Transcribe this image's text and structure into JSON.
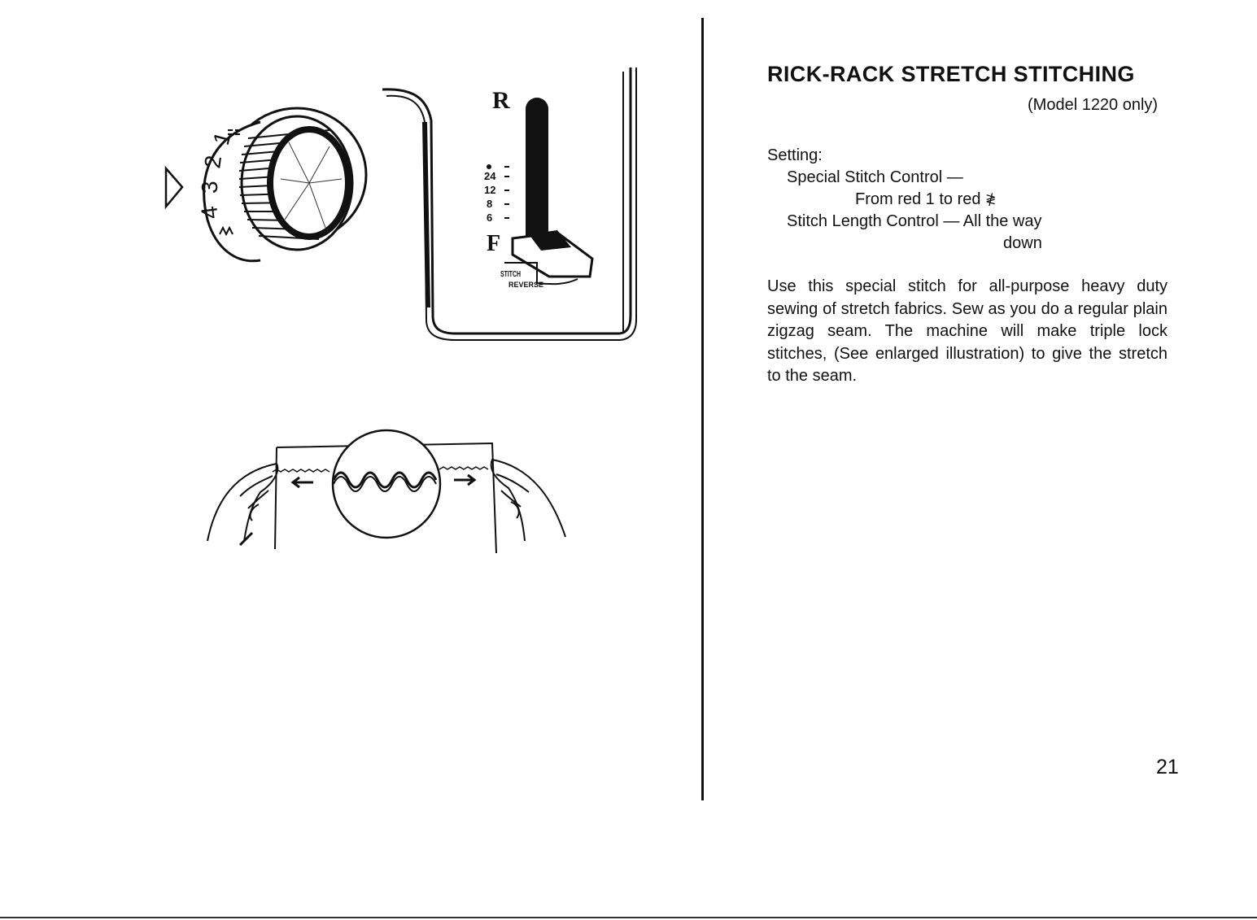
{
  "heading": {
    "title": "RICK-RACK STRETCH STITCHING",
    "subtitle": "(Model 1220 only)"
  },
  "settings": {
    "label": "Setting:",
    "special_stitch": "Special Stitch Control —",
    "special_stitch_value_prefix": "From red 1 to red ",
    "special_stitch_value_symbol": "≹",
    "stitch_length": "Stitch Length Control — All the way",
    "stitch_length_cont": "down"
  },
  "body": "Use this special stitch for all-purpose heavy duty sewing of stretch fabrics. Sew as you do a regular plain zigzag seam. The machine will make triple lock stitches, (See enlarged illustration) to give the stretch to the seam.",
  "page_number": "21",
  "dial": {
    "numbers": [
      "1",
      "2",
      "3",
      "4"
    ],
    "pointer": "▷"
  },
  "lever": {
    "top_label": "R",
    "bottom_label": "F",
    "scale": [
      "24",
      "12",
      "8",
      "6"
    ],
    "button_label_1": "STITCH",
    "button_label_2": "REVERSE"
  },
  "colors": {
    "ink": "#111111",
    "paper": "#ffffff"
  }
}
